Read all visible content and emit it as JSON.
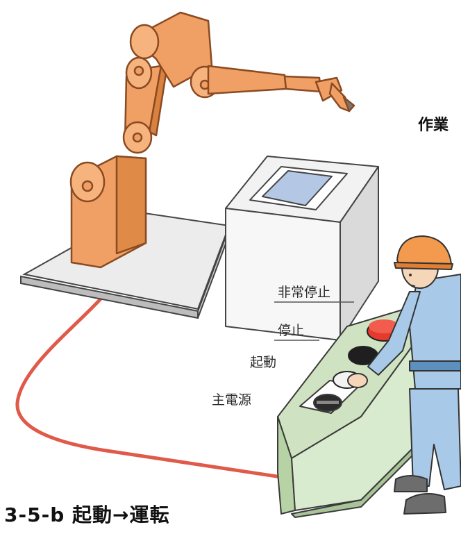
{
  "labels": {
    "worker_title": "作業",
    "emergency_stop": "非常停止",
    "stop": "停止",
    "start": "起動",
    "main_power": "主電源"
  },
  "caption": "3-5-b 起動→運転",
  "colors": {
    "robot_orange": "#f0a065",
    "robot_outline": "#8a4a22",
    "cable_red": "#e05a4a",
    "panel_green": "#cfe3c2",
    "worker_blue": "#a9c9e8",
    "helmet_orange": "#f39a4e",
    "emergency_button_red": "#e53b2e"
  }
}
